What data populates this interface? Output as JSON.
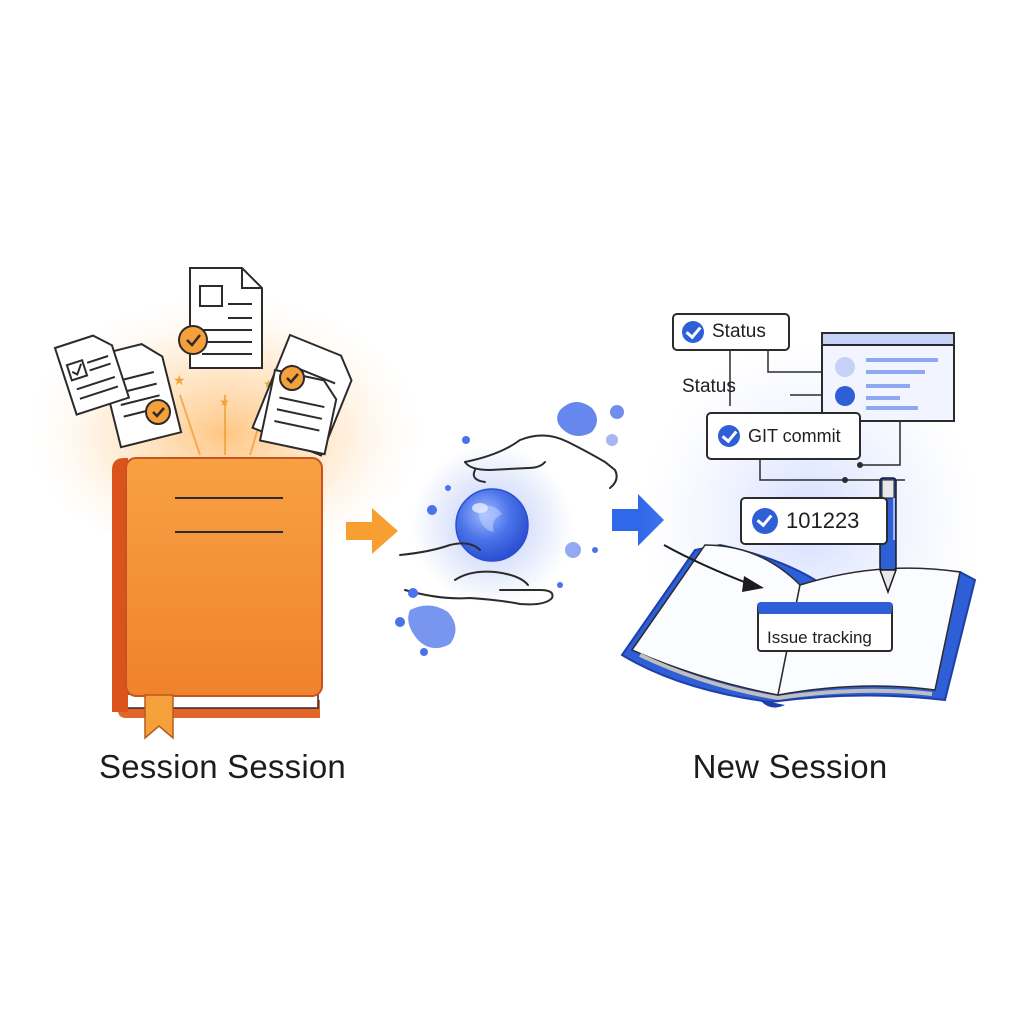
{
  "left_caption": "Session Session",
  "right_caption": "New Session",
  "labels": {
    "status_tag": "Status",
    "status_text": "Status",
    "git_commit": "GIT commit",
    "commit_id": "101223",
    "issue_tracking": "Issue tracking"
  },
  "colors": {
    "orange": "#f28c28",
    "orange_dark": "#d9531a",
    "blue": "#2f5fd6",
    "blue_light": "#8fa8f2"
  },
  "icons": [
    "document-icon",
    "check-circle-icon",
    "book-icon",
    "bookmark-icon",
    "arrow-right-icon",
    "hands-icon",
    "orb-icon",
    "open-book-icon",
    "pen-icon",
    "dashboard-window-icon"
  ]
}
